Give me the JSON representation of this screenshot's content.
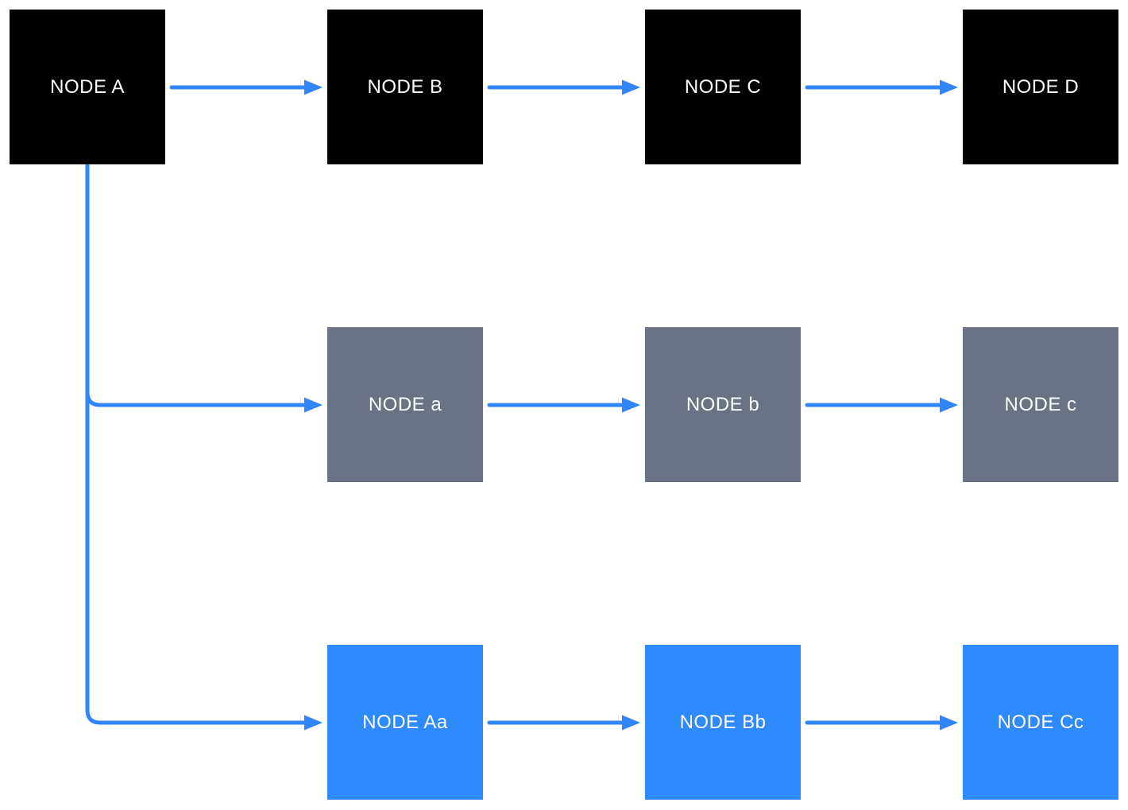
{
  "diagram": {
    "colors": {
      "row0_node": "#000000",
      "row1_node": "#6a7383",
      "row2_node": "#2e8bff",
      "arrow": "#2f86f6",
      "label": "#ffffff"
    },
    "rows": [
      {
        "id": "top-black-chain",
        "node_color": "#000000",
        "nodes": [
          {
            "label": "NODE A"
          },
          {
            "label": "NODE B"
          },
          {
            "label": "NODE C"
          },
          {
            "label": "NODE D"
          }
        ]
      },
      {
        "id": "middle-gray-chain",
        "node_color": "#6a7383",
        "nodes": [
          {
            "label": "NODE a"
          },
          {
            "label": "NODE b"
          },
          {
            "label": "NODE c"
          }
        ]
      },
      {
        "id": "bottom-blue-chain",
        "node_color": "#2e8bff",
        "nodes": [
          {
            "label": "NODE Aa"
          },
          {
            "label": "NODE Bb"
          },
          {
            "label": "NODE Cc"
          }
        ]
      }
    ],
    "edges": [
      {
        "from": "NODE A",
        "to": "NODE B"
      },
      {
        "from": "NODE B",
        "to": "NODE C"
      },
      {
        "from": "NODE C",
        "to": "NODE D"
      },
      {
        "from": "NODE a",
        "to": "NODE b"
      },
      {
        "from": "NODE b",
        "to": "NODE c"
      },
      {
        "from": "NODE Aa",
        "to": "NODE Bb"
      },
      {
        "from": "NODE Bb",
        "to": "NODE Cc"
      },
      {
        "from": "NODE A",
        "to": "NODE a"
      },
      {
        "from": "NODE A",
        "to": "NODE Aa"
      }
    ]
  }
}
